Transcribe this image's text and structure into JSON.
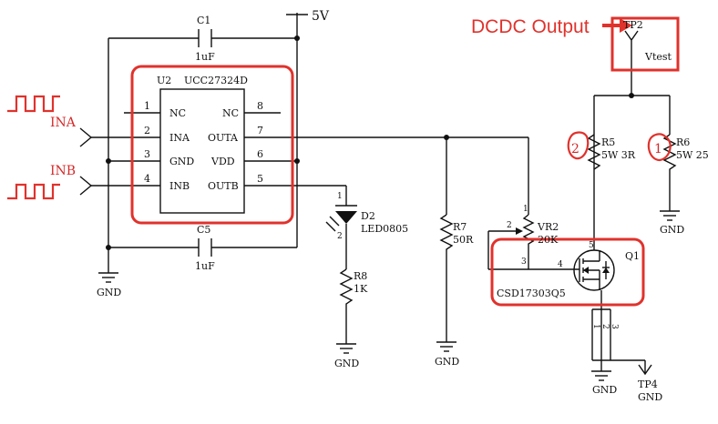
{
  "title": "DCDC Output",
  "supply": "5V",
  "ic": {
    "ref": "U2",
    "part": "UCC27324D",
    "pins_left": [
      {
        "num": "1",
        "name": "NC"
      },
      {
        "num": "2",
        "name": "INA"
      },
      {
        "num": "3",
        "name": "GND"
      },
      {
        "num": "4",
        "name": "INB"
      }
    ],
    "pins_right": [
      {
        "num": "8",
        "name": "NC"
      },
      {
        "num": "7",
        "name": "OUTA"
      },
      {
        "num": "6",
        "name": "VDD"
      },
      {
        "num": "5",
        "name": "OUTB"
      }
    ]
  },
  "inputs": {
    "ina": "INA",
    "inb": "INB"
  },
  "c1": {
    "ref": "C1",
    "value": "1uF"
  },
  "c5": {
    "ref": "C5",
    "value": "1uF"
  },
  "d2": {
    "ref": "D2",
    "value": "LED0805",
    "pin1": "1",
    "pin2": "2"
  },
  "r8": {
    "ref": "R8",
    "value": "1K"
  },
  "r7": {
    "ref": "R7",
    "value": "50R"
  },
  "vr2": {
    "ref": "VR2",
    "value": "20K",
    "pin1": "1",
    "pin2": "2",
    "pin3": "3"
  },
  "q1": {
    "ref": "Q1",
    "part": "CSD17303Q5",
    "gate_pin": "4",
    "drain_pin": "5",
    "source_pins": [
      "1",
      "2",
      "3"
    ]
  },
  "r5": {
    "ref": "R5",
    "value": "5W 3R",
    "note": "2"
  },
  "r6": {
    "ref": "R6",
    "value": "5W 25",
    "note": "1"
  },
  "tp2": {
    "ref": "TP2",
    "label": "Vtest"
  },
  "tp4": {
    "ref": "TP4",
    "label": "GND"
  },
  "gnd": "GND",
  "colors": {
    "annotation": "#e0322c",
    "wire": "#111111"
  }
}
